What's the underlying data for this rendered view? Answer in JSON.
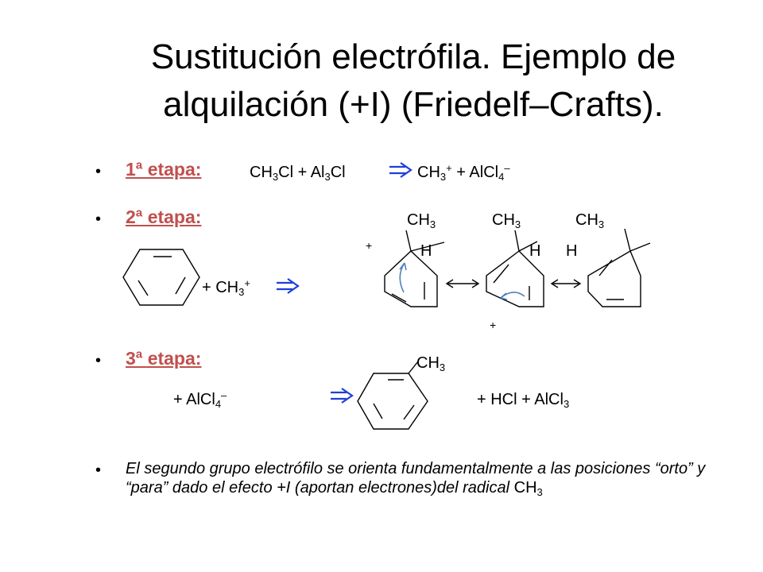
{
  "title": [
    "Sustitución electrófila. Ejemplo de",
    "alquilación (+I) (Friedelf–Crafts)."
  ],
  "bullet": "•",
  "stage1": {
    "label": "1ª etapa:",
    "a": "CH",
    "a_sub": "3",
    "b": "Cl + Al",
    "b_sub": "3",
    "c": "Cl",
    "d": "CH",
    "d_sub": "3",
    "d_sup": "+",
    "e": "+ AlCl",
    "e_sub": "4",
    "e_sup": "–"
  },
  "stage2": {
    "label": "2ª etapa:",
    "ch": "CH",
    "ch_sub": "3",
    "h": "H",
    "plus": "+",
    "reagent": "+ CH",
    "reagent_sub": "3",
    "reagent_sup": "+"
  },
  "stage3": {
    "label": "3ª etapa:",
    "ch": "CH",
    "ch_sub": "3",
    "left": "+ AlCl",
    "left_sub": "4",
    "left_sup": "–",
    "right": "+  HCl + AlCl",
    "right_sub": "3"
  },
  "note": {
    "text": "El segundo grupo electrófilo se orienta fundamentalmente a las posiciones “orto” y “para” dado el efecto +I (aportan electrones)del radical ",
    "tail": "CH",
    "tail_sub": "3"
  },
  "colors": {
    "label": "#c0504d",
    "arrow": "#1f3fd8",
    "curved_arrow": "#4f81bd"
  }
}
